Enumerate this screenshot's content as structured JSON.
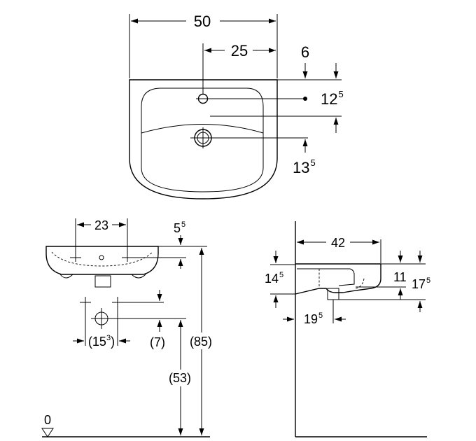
{
  "top_view": {
    "width": "50",
    "tap_offset": "25",
    "edge_to_tap": "6",
    "tap_hole": {
      "main": "12",
      "sup": "5"
    },
    "waste_hole": {
      "main": "13",
      "sup": "5"
    }
  },
  "front_view": {
    "tap_spacing": "23",
    "rim_height": {
      "main": "5",
      "sup": "5"
    },
    "supply_spacing": {
      "pre": "(15",
      "sup": "3",
      "post": ")"
    },
    "supply_rise": "(7)",
    "rim_to_floor": "(85)",
    "waste_to_floor": "(53)",
    "floor_label": "0"
  },
  "side_view": {
    "projection": "42",
    "front_height": {
      "main": "14",
      "sup": "5"
    },
    "bowl_depth": "11",
    "total_depth": {
      "main": "17",
      "sup": "5"
    },
    "waste_offset": {
      "main": "19",
      "sup": "5"
    }
  }
}
